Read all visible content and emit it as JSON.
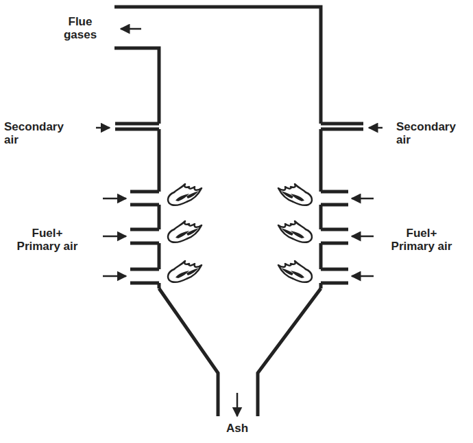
{
  "diagram": {
    "labels": [
      "Flue gases",
      "Secondary air",
      "Secondary air",
      "Fuel+ Primary air",
      "Fuel+ Primary air",
      "Ash"
    ]
  }
}
